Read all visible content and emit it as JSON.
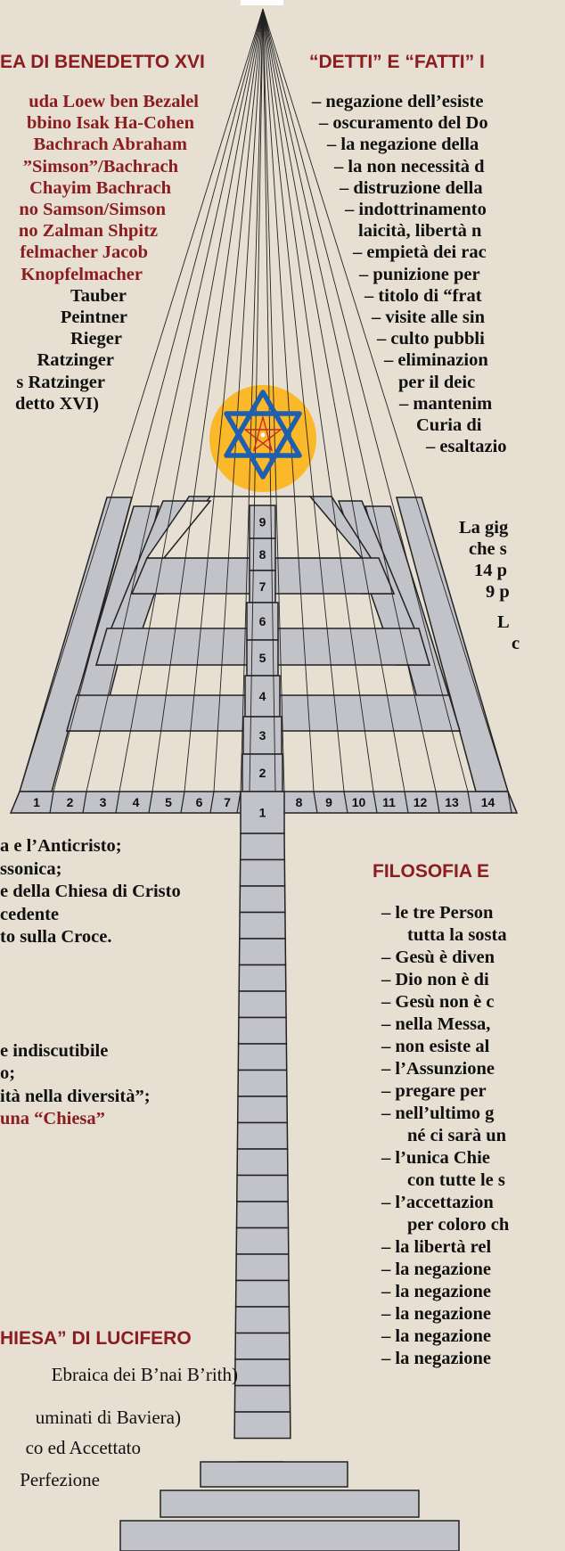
{
  "headers": {
    "left": "EA DI BENEDETTO XVI",
    "right": "“DETTI” E “FATTI” I",
    "filosofia": "FILOSOFIA E",
    "chiesa_lucifero": "HIESA” DI LUCIFERO"
  },
  "genealogy": [
    {
      "text": "uda Loew ben Bezalel",
      "color": "red"
    },
    {
      "text": "bbino Isak Ha-Cohen",
      "color": "red"
    },
    {
      "text": "Bachrach Abraham",
      "color": "red"
    },
    {
      "text": "”Simson”/Bachrach",
      "color": "red"
    },
    {
      "text": "Chayim Bachrach",
      "color": "red"
    },
    {
      "text": "no Samson/Simson",
      "color": "red"
    },
    {
      "text": "no Zalman Shpitz",
      "color": "red"
    },
    {
      "text": "felmacher Jacob",
      "color": "red"
    },
    {
      "text": "Knopfelmacher",
      "color": "red"
    },
    {
      "text": "Tauber",
      "color": "black"
    },
    {
      "text": "Peintner",
      "color": "black"
    },
    {
      "text": "Rieger",
      "color": "black"
    },
    {
      "text": "Ratzinger",
      "color": "black"
    },
    {
      "text": "s Ratzinger",
      "color": "black"
    },
    {
      "text": "detto XVI)",
      "color": "black"
    }
  ],
  "detti_fatti": [
    "– negazione dell’esiste",
    "– oscuramento del Do",
    "– la negazione della",
    "– la non necessità d",
    "– distruzione della",
    "– indottrinamento",
    "laicità, libertà n",
    "– empietà dei rac",
    "– punizione per",
    "– titolo di “frat",
    "– visite alle sin",
    "– culto pubbli",
    "– eliminazion",
    "per il deic",
    "– mantenim",
    "Curia di",
    "– esaltazio"
  ],
  "gigantic_text": [
    "La gig",
    "che s",
    "14 p",
    "9 p",
    "L",
    "c"
  ],
  "left_bottom_list": [
    {
      "text": "a e l’Anticristo;",
      "color": "black"
    },
    {
      "text": "ssonica;",
      "color": "black"
    },
    {
      "text": "e della Chiesa di Cristo",
      "color": "black"
    },
    {
      "text": "cedente",
      "color": "black"
    },
    {
      "text": "to sulla Croce.",
      "color": "black"
    },
    {
      "text": "",
      "color": "black"
    },
    {
      "text": "",
      "color": "black"
    },
    {
      "text": "",
      "color": "black"
    },
    {
      "text": "",
      "color": "black"
    },
    {
      "text": "e indiscutibile",
      "color": "black"
    },
    {
      "text": "o;",
      "color": "black"
    },
    {
      "text": "ità nella diversità”;",
      "color": "black"
    },
    {
      "text": "una “Chiesa”",
      "color": "red"
    }
  ],
  "filosofia_list": [
    {
      "text": "–  le tre Person",
      "cont": false
    },
    {
      "text": "tutta la sosta",
      "cont": true
    },
    {
      "text": "–  Gesù è diven",
      "cont": false
    },
    {
      "text": "–  Dio non è di",
      "cont": false
    },
    {
      "text": "–  Gesù non è c",
      "cont": false
    },
    {
      "text": "–  nella Messa,",
      "cont": false
    },
    {
      "text": "–  non esiste al",
      "cont": false
    },
    {
      "text": "–  l’Assunzione",
      "cont": false
    },
    {
      "text": "–  pregare per",
      "cont": false
    },
    {
      "text": "–  nell’ultimo g",
      "cont": false
    },
    {
      "text": "né ci sarà un",
      "cont": true
    },
    {
      "text": "–  l’unica Chie",
      "cont": false
    },
    {
      "text": "con tutte le s",
      "cont": true
    },
    {
      "text": "–  l’accettazion",
      "cont": false
    },
    {
      "text": "per coloro ch",
      "cont": true
    },
    {
      "text": "–  la libertà rel",
      "cont": false
    },
    {
      "text": "–  la negazione",
      "cont": false
    },
    {
      "text": "–  la negazione",
      "cont": false
    },
    {
      "text": "–  la negazione",
      "cont": false
    },
    {
      "text": "–  la negazione",
      "cont": false
    },
    {
      "text": "–  la negazione",
      "cont": false
    }
  ],
  "lucifero_steps": [
    "Ebraica dei B’nai B’rith)",
    "uminati di Baviera)",
    "co ed Accettato",
    "Perfezione"
  ],
  "menorah": {
    "base_numbers": [
      "1",
      "2",
      "3",
      "4",
      "5",
      "6",
      "7",
      "8",
      "9",
      "10",
      "11",
      "12",
      "13",
      "14"
    ],
    "center_numbers": [
      "1",
      "2",
      "3",
      "4",
      "5",
      "6",
      "7",
      "8",
      "9"
    ],
    "colors": {
      "fill": "#c2c3c8",
      "stroke": "#222222",
      "star": "#1f5fb0",
      "circle": "#fbb829",
      "pentagram": "#c62828"
    }
  }
}
